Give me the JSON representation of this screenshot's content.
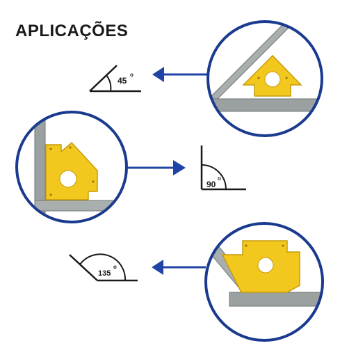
{
  "title": "APLICAÇÕES",
  "applications": [
    {
      "label": "45",
      "unit": "o"
    },
    {
      "label": "90",
      "unit": "o"
    },
    {
      "label": "135",
      "unit": "o"
    }
  ],
  "colors": {
    "ring": "#1a3a8f",
    "arrow": "#1f44a6",
    "magnet": "#f2c81f",
    "steel": "#8f9696"
  }
}
